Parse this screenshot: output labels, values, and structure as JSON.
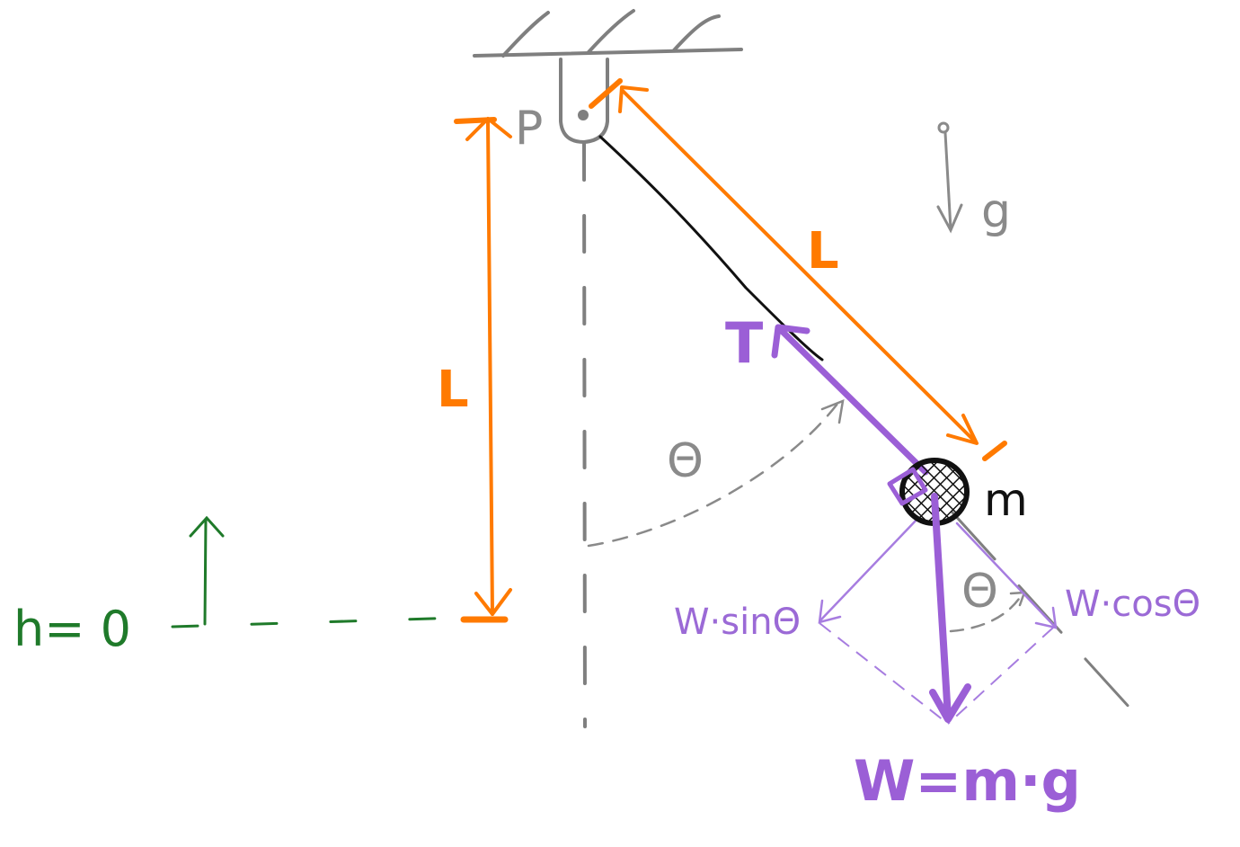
{
  "labels": {
    "pivot": "P",
    "gravity": "g",
    "rod_length": "L",
    "height_length": "L",
    "tension": "T",
    "angle_main": "Θ",
    "angle_components": "Θ",
    "mass": "m",
    "w_sin": "W·sinΘ",
    "w_cos": "W·cosΘ",
    "weight": "W=m·g",
    "reference_height": "h= 0"
  },
  "colors": {
    "ceiling": "#7f7f7f",
    "rod": "#111111",
    "dimension": "#ff7a00",
    "force": "#9b5fd6",
    "component": "#a77de0",
    "reference": "#1f7a2a",
    "dashed": "#8a8a8a"
  }
}
